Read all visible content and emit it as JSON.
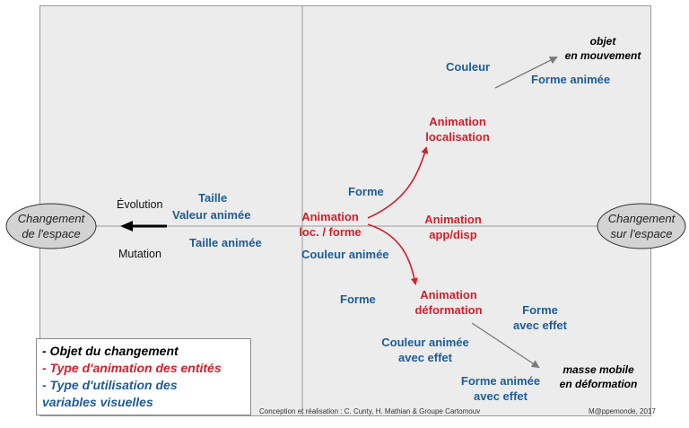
{
  "left_ellipse": {
    "line1": "Changement",
    "line2": "de l'espace"
  },
  "right_ellipse": {
    "line1": "Changement",
    "line2": "sur l'espace"
  },
  "center": {
    "line1": "Animation",
    "line2": "loc. / forme"
  },
  "left_side": {
    "evolution": "Évolution",
    "mutation": "Mutation",
    "taille": "Taille",
    "valeur_animee": "Valeur animée",
    "taille_animee": "Taille animée"
  },
  "top_branch": {
    "forme": "Forme",
    "anim_line1": "Animation",
    "anim_line2": "localisation",
    "couleur": "Couleur",
    "forme_animee": "Forme animée",
    "objet_line1": "objet",
    "objet_line2": "en  mouvement"
  },
  "middle_branch": {
    "line1": "Animation",
    "line2": "app/disp"
  },
  "bottom_branch": {
    "couleur_animee": "Couleur animée",
    "forme": "Forme",
    "anim_line1": "Animation",
    "anim_line2": "déformation",
    "forme_effet_line1": "Forme",
    "forme_effet_line2": "avec effet",
    "couleur_effet_line1": "Couleur animée",
    "couleur_effet_line2": "avec effet",
    "forme_animee_effet_line1": "Forme animée",
    "forme_animee_effet_line2": "avec effet",
    "masse_line1": "masse mobile",
    "masse_line2": "en déformation"
  },
  "legend": {
    "item1": "- Objet du changement",
    "item2": "- Type d'animation des entités",
    "item3_line1": "- Type d'utilisation des",
    "item3_line2": "variables visuelles"
  },
  "credits": {
    "left": "Conception et réalisation : C. Cunty, H. Mathian & Groupe Cartomouv",
    "right": "M@ppemonde, 2017"
  },
  "colors": {
    "blue": "#1d5c96",
    "red": "#d21f2b",
    "panel": "#ececec"
  }
}
